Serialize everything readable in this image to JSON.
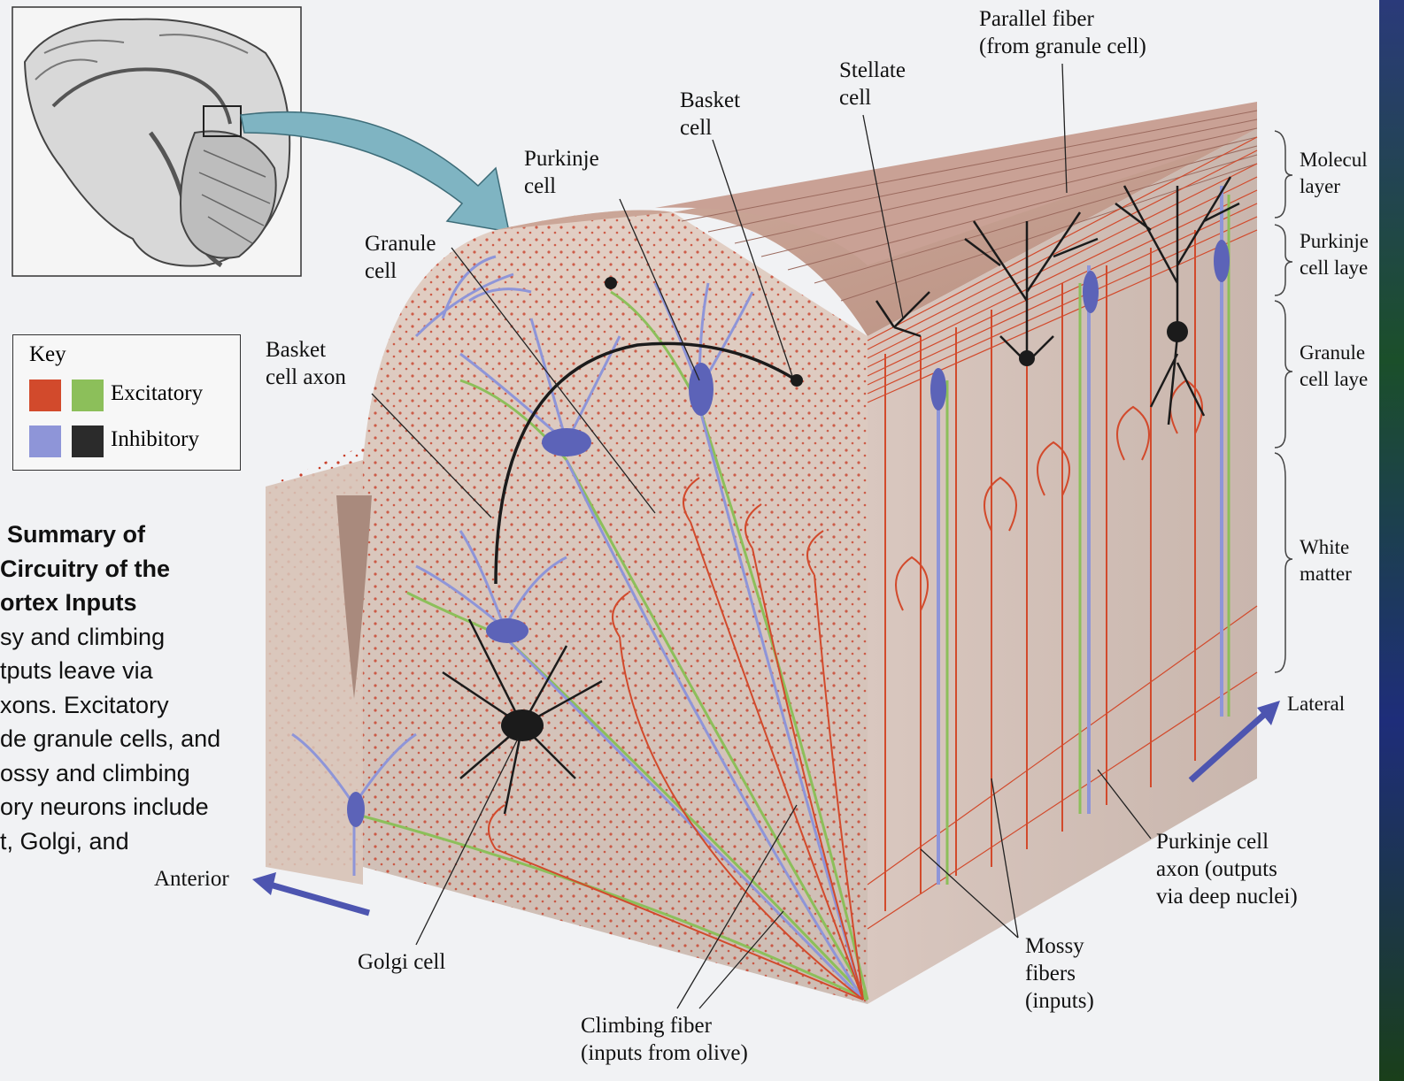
{
  "inset": {
    "description_hidden": ""
  },
  "key": {
    "title": "Key",
    "excitatory_label": "Excitatory",
    "inhibitory_label": "Inhibitory",
    "colors": {
      "excitatory_red": "#d24a2c",
      "excitatory_green": "#8cbf5a",
      "inhibitory_blue": "#8e95d8",
      "inhibitory_black": "#2b2b2b"
    }
  },
  "caption_lines": [
    "Summary of",
    "Circuitry of the",
    "ortex  Inputs",
    "sy and climbing",
    "tputs leave via",
    "xons. Excitatory",
    "de granule cells, and",
    "ossy and climbing",
    "ory neurons include",
    "t, Golgi, and"
  ],
  "labels": {
    "parallel_fiber": [
      "Parallel fiber",
      "(from granule cell)"
    ],
    "stellate_cell": [
      "Stellate",
      "cell"
    ],
    "basket_cell": [
      "Basket",
      "cell"
    ],
    "purkinje_cell": [
      "Purkinje",
      "cell"
    ],
    "granule_cell": [
      "Granule",
      "cell"
    ],
    "basket_cell_axon": [
      "Basket",
      "cell axon"
    ],
    "golgi_cell": "Golgi cell",
    "climbing_fiber": [
      "Climbing fiber",
      "(inputs from olive)"
    ],
    "mossy_fibers": [
      "Mossy",
      "fibers",
      "(inputs)"
    ],
    "purkinje_axon": [
      "Purkinje cell",
      "axon (outputs",
      "via deep nuclei)"
    ],
    "anterior": "Anterior",
    "lateral": "Lateral"
  },
  "layers": {
    "molecular": [
      "Molecul",
      "layer"
    ],
    "purkinje": [
      "Purkinje",
      "cell laye"
    ],
    "granule": [
      "Granule",
      "cell laye"
    ],
    "white_matter": [
      "White",
      "matter"
    ]
  }
}
